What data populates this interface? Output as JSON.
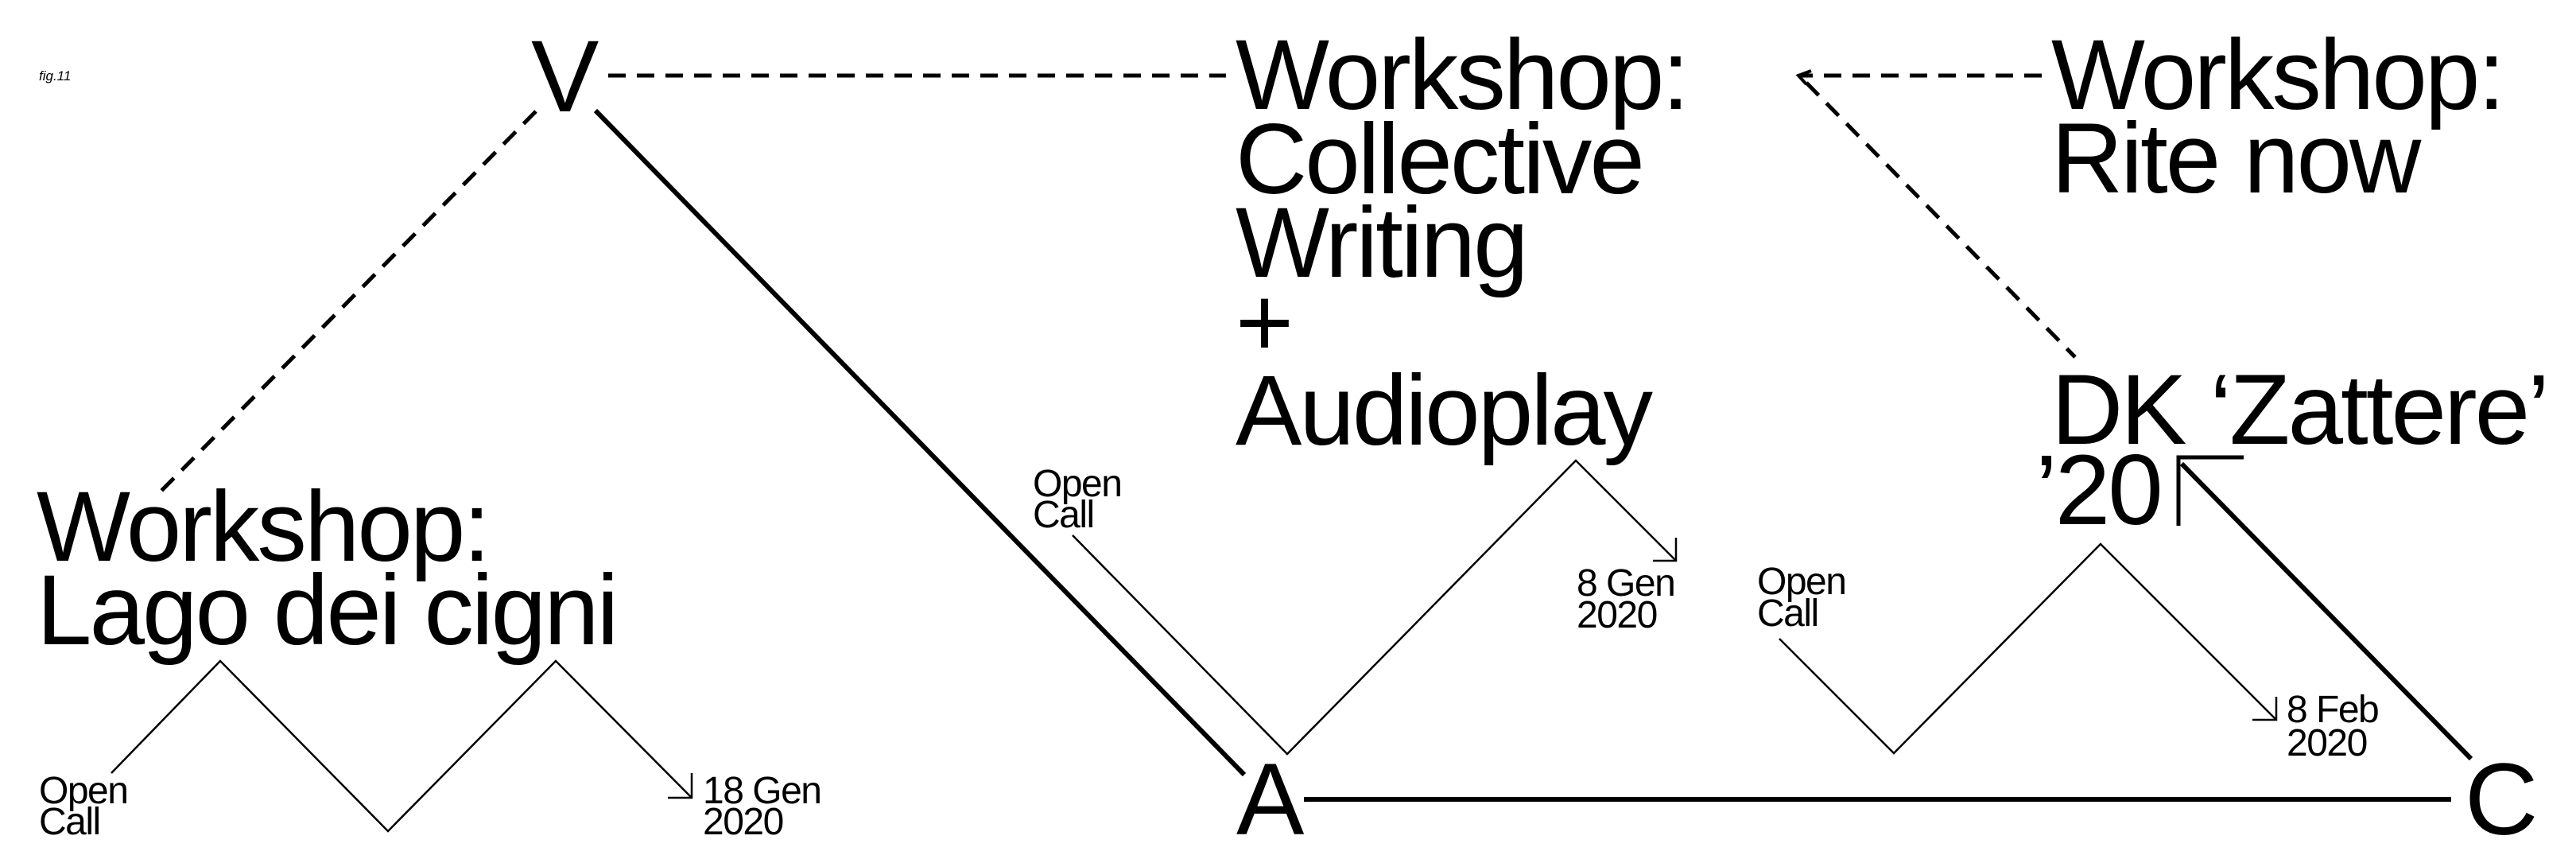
{
  "figure_label": "fig.11",
  "nodes": {
    "v": "V",
    "a": "A",
    "c": "C"
  },
  "workshops": {
    "lago": {
      "lines": [
        "Workshop:",
        "Lago dei cigni"
      ],
      "open_call": [
        "Open",
        "Call"
      ],
      "date": [
        "18 Gen",
        "2020"
      ]
    },
    "collective": {
      "lines": [
        "Workshop:",
        "Collective",
        "Writing",
        "+",
        "Audioplay"
      ],
      "open_call": [
        "Open",
        "Call"
      ],
      "date": [
        "8 Gen",
        "2020"
      ]
    },
    "rite": {
      "lines": [
        "Workshop:",
        "Rite now"
      ]
    },
    "zattere": {
      "lines": [
        "DK ‘Zattere’",
        "’20"
      ],
      "open_call": [
        "Open",
        "Call"
      ],
      "date": [
        "8 Feb",
        "2020"
      ]
    }
  },
  "colors": {
    "ink": "#000000",
    "background": "#ffffff"
  }
}
